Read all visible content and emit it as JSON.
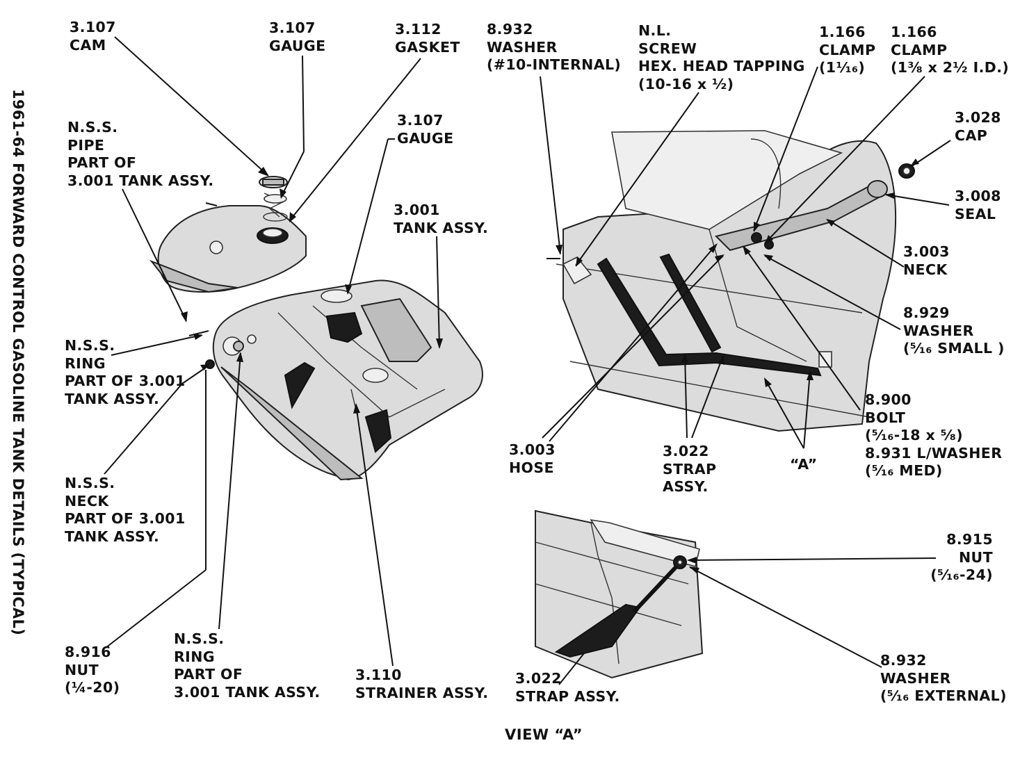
{
  "side_title": "1961-64 FORWARD CONTROL GASOLINE TANK DETAILS (TYPICAL)",
  "view_caption": "VIEW “A”",
  "labels": {
    "cam": [
      "3.107",
      "CAM"
    ],
    "gauge_top": [
      "3.107",
      "GAUGE"
    ],
    "gasket": [
      "3.112",
      "GASKET"
    ],
    "gauge_mid": [
      "3.107",
      "GAUGE"
    ],
    "tank_assy": [
      "3.001",
      "TANK ASSY."
    ],
    "pipe": [
      "N.S.S.",
      "PIPE",
      "PART OF",
      "3.001 TANK ASSY."
    ],
    "ring_left": [
      "N.S.S.",
      "RING",
      "PART OF 3.001",
      "TANK ASSY."
    ],
    "neck_left": [
      "N.S.S.",
      "NECK",
      "PART OF 3.001",
      "TANK ASSY."
    ],
    "nut_8916": [
      "8.916",
      "NUT",
      "(¼-20)"
    ],
    "ring_bottom": [
      "N.S.S.",
      "RING",
      "PART OF",
      "3.001 TANK ASSY."
    ],
    "strainer": [
      "3.110",
      "STRAINER ASSY."
    ],
    "washer_8932_top": [
      "8.932",
      "WASHER",
      "(#10-INTERNAL)"
    ],
    "screw": [
      "N.L.",
      "SCREW",
      "HEX. HEAD TAPPING",
      "(10-16 x ½)"
    ],
    "clamp_small": [
      "1.166",
      "CLAMP",
      "(1¹⁄₁₆)"
    ],
    "clamp_large": [
      "1.166",
      "CLAMP",
      "(1⅜ x 2½ I.D.)"
    ],
    "cap": [
      "3.028",
      "CAP"
    ],
    "seal": [
      "3.008",
      "SEAL"
    ],
    "neck_right": [
      "3.003",
      "NECK"
    ],
    "washer_8929": [
      "8.929",
      "WASHER",
      "(⁵⁄₁₆ SMALL )"
    ],
    "bolt": [
      "8.900",
      "BOLT",
      "(⁵⁄₁₆-18 x ⁵⁄₈)",
      "8.931 L/WASHER",
      "(⁵⁄₁₆ MED)"
    ],
    "hose": [
      "3.003",
      "HOSE"
    ],
    "strap_top": [
      "3.022",
      "STRAP",
      "ASSY."
    ],
    "view_marker": [
      "“A”"
    ],
    "nut_8915": [
      "8.915",
      "NUT",
      "(⁵⁄₁₆-24)"
    ],
    "washer_8932_ext": [
      "8.932",
      "WASHER",
      "(⁵⁄₁₆ EXTERNAL)"
    ],
    "strap_bottom": [
      "3.022",
      "STRAP ASSY."
    ]
  }
}
